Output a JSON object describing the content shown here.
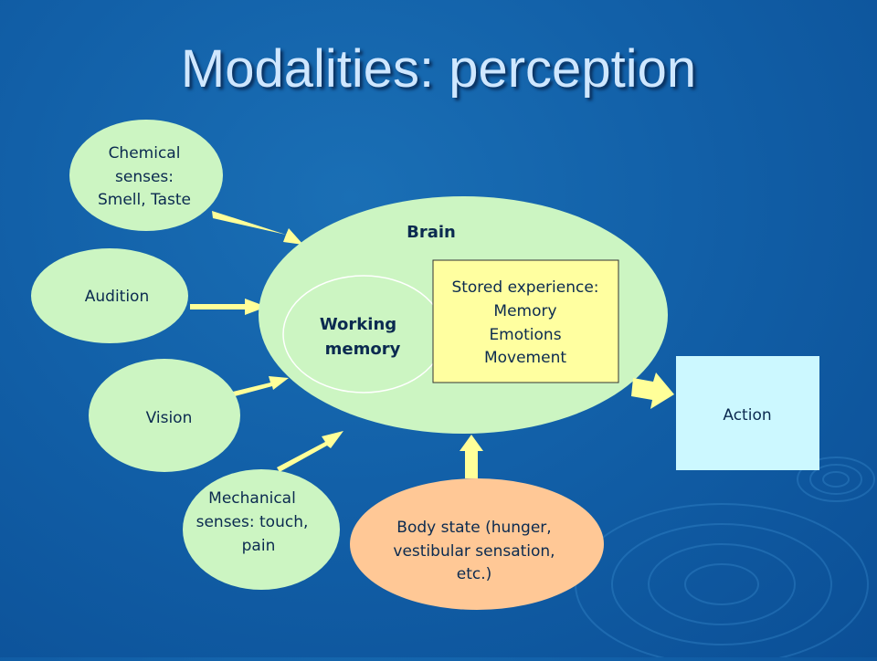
{
  "title": "Modalities: perception",
  "brain": {
    "label": "Brain",
    "working_memory": [
      "Working",
      "memory"
    ],
    "stored_experience": [
      "Stored experience:",
      "Memory",
      "Emotions",
      "Movement"
    ]
  },
  "senses": {
    "chemical": [
      "Chemical",
      "senses:",
      "Smell, Taste"
    ],
    "audition": [
      "Audition"
    ],
    "vision": [
      "Vision"
    ],
    "mechanical": [
      "Mechanical",
      "senses: touch,",
      "pain"
    ]
  },
  "body_state": [
    "Body state (hunger,",
    "vestibular sensation,",
    "etc.)"
  ],
  "action": "Action",
  "colors": {
    "background": "#1260a8",
    "sense_fill": "#ccf5c2",
    "brain_fill": "#ccf5c2",
    "stored_fill": "#ffffa0",
    "body_fill": "#ffc896",
    "action_fill": "#ccf8ff",
    "arrow": "#ffff99",
    "title": "#cfe7ff"
  }
}
